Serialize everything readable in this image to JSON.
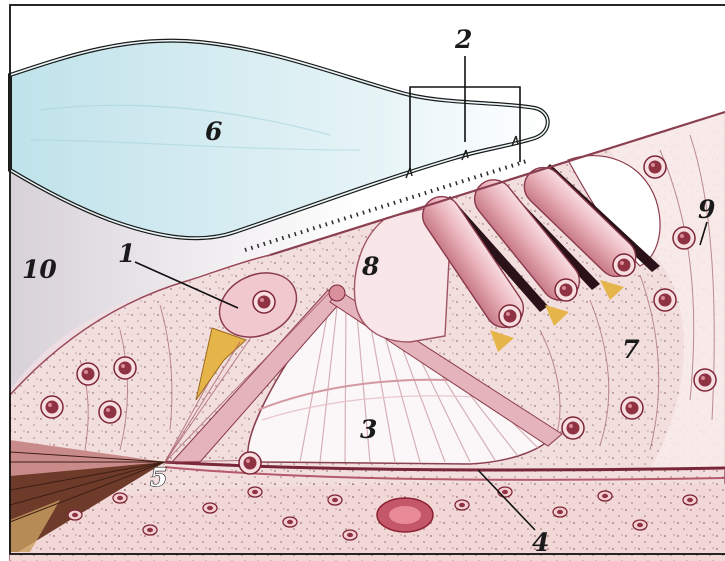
{
  "labels": [
    "1",
    "2",
    "3",
    "4",
    "5",
    "6",
    "7",
    "8",
    "9",
    "10"
  ],
  "colors": {
    "tectorial_membrane": "#bfe2ea",
    "tissue": "#f3dede",
    "hair_cell": "#e9aeb6",
    "nucleus": "#8f3242",
    "blood_vessel": "#c4586a",
    "nerve_fibers": "#6e3b2a",
    "phalangeal_cell": "#e6b54a",
    "bone": "#f2d7d7"
  }
}
